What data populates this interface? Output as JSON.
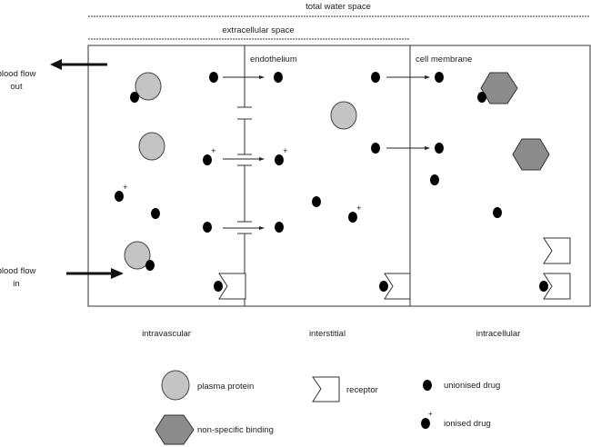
{
  "labels": {
    "total_water_space": "total water space",
    "extracellular_space": "extracellular space",
    "endothelium": "endothelium",
    "cell_membrane": "cell membrane",
    "blood_flow_out_1": "blood flow",
    "blood_flow_out_2": "out",
    "blood_flow_in_1": "blood flow",
    "blood_flow_in_2": "in",
    "intravascular": "intravascular",
    "interstitial": "interstitial",
    "intracellular": "intracellular",
    "ionised_sign": "+"
  },
  "legend": {
    "plasma_protein": "plasma protein",
    "receptor": "receptor",
    "unionised_drug": "unionised drug",
    "non_specific_binding": "non-specific binding",
    "ionised_drug": "ionised drug"
  },
  "colors": {
    "protein": "#c4c4c4",
    "binding_site": "#8c8c8c",
    "drug": "#000000"
  }
}
